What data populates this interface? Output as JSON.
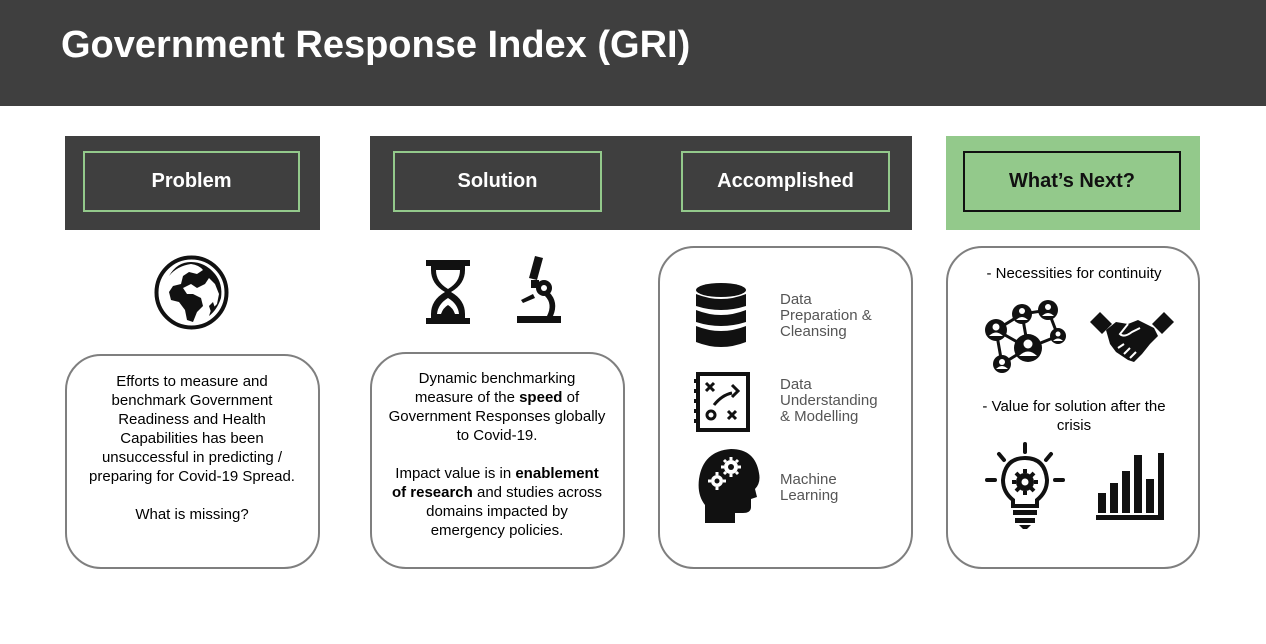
{
  "title": "Government Response Index (GRI)",
  "headers": {
    "problem": "Problem",
    "solution": "Solution",
    "accomplished": "Accomplished",
    "whats_next": "What’s Next?"
  },
  "problem": {
    "line1": "Efforts to measure and benchmark Government Readiness and Health Capabilities has been unsuccessful in predicting / preparing for Covid-19 Spread.",
    "line2": "What is missing?"
  },
  "solution": {
    "p1_a": "Dynamic benchmarking measure of the ",
    "p1_bold": "speed",
    "p1_b": " of Government Responses globally to Covid-19.",
    "p2_a": "Impact value is in ",
    "p2_bold": "enablement of research",
    "p2_b": " and studies across domains impacted by emergency policies."
  },
  "accomplished": {
    "items": [
      {
        "label": "Data\nPreparation &\nCleansing",
        "icon": "database-icon"
      },
      {
        "label": "Data\nUnderstanding\n& Modelling",
        "icon": "strategy-board-icon"
      },
      {
        "label": "Machine\nLearning",
        "icon": "head-gears-icon"
      }
    ]
  },
  "whats_next": {
    "item1": "-   Necessities for continuity",
    "item2": "-   Value for solution after the crisis"
  },
  "colors": {
    "dark": "#3f3f3f",
    "accent_green": "#93c98b",
    "border_gray": "#7f7f7f"
  }
}
